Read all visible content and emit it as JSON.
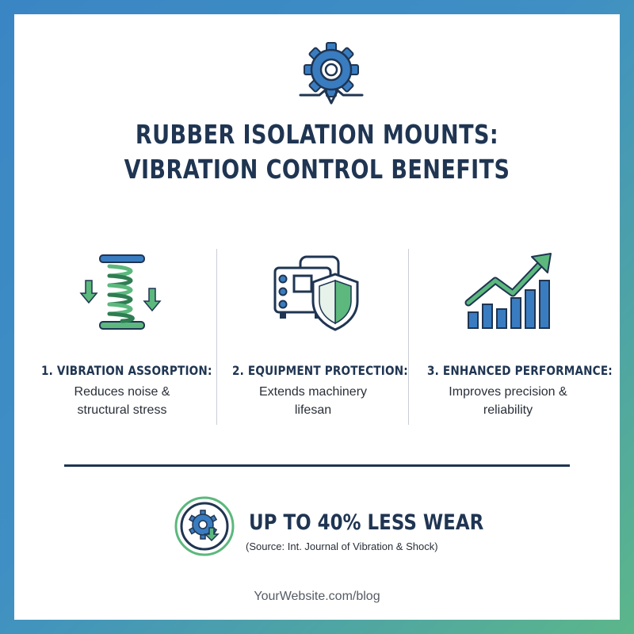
{
  "header": {
    "icon": "gear-with-heartbeat-icon",
    "title_line1": "RUBBER ISOLATION MOUNTS:",
    "title_line2": "VIBRATION CONTROL BENEFITS"
  },
  "benefits": [
    {
      "icon": "spring-vibration-icon",
      "heading": "1. VIBRATION ASSORPTION:",
      "line1": "Reduces noise &",
      "line2": "structural stress"
    },
    {
      "icon": "machine-shield-icon",
      "heading": "2. EQUIPMENT PROTECTION:",
      "line1": "Extends machinery",
      "line2": "lifesan"
    },
    {
      "icon": "growth-chart-icon",
      "heading": "3. ENHANCED PERFORMANCE:",
      "line1": "Improves precision &",
      "line2": "reliability"
    }
  ],
  "stat": {
    "icon": "gear-down-arrow-icon",
    "headline": "UP TO 40% LESS WEAR",
    "source": "(Source: Int. Journal of Vibration & Shock)"
  },
  "footer": {
    "url": "YourWebsite.com/blog"
  },
  "colors": {
    "navy": "#1f3552",
    "blue": "#3a7cc0",
    "green": "#5cb87d",
    "text": "#2a2f38"
  }
}
